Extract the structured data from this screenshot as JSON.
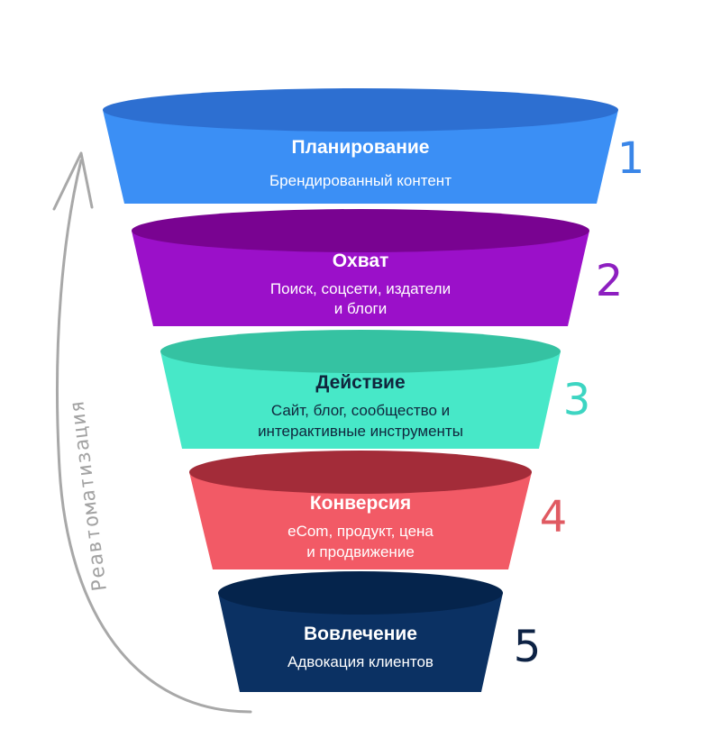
{
  "stages": [
    {
      "number": "1",
      "title": "Планирование",
      "lines": [
        "Брендированный контент"
      ],
      "colors": {
        "body": "#3b8ff5",
        "top": "#2d6fd1",
        "text": "#ffffff",
        "number": "#3a86e8"
      }
    },
    {
      "number": "2",
      "title": "Охват",
      "lines": [
        "Поиск, соцсети, издатели",
        "и блоги"
      ],
      "colors": {
        "body": "#9b10c9",
        "top": "#790391",
        "text": "#ffffff",
        "number": "#8d1fc0"
      }
    },
    {
      "number": "3",
      "title": "Действие",
      "lines": [
        "Сайт, блог, сообщество и",
        "интерактивные инструменты"
      ],
      "colors": {
        "body": "#47e8c8",
        "top": "#35c2a2",
        "text": "#10263d",
        "number": "#3dd5c2"
      }
    },
    {
      "number": "4",
      "title": "Конверсия",
      "lines": [
        "eCom, продукт, цена",
        "и продвижение"
      ],
      "colors": {
        "body": "#f25a66",
        "top": "#a32c39",
        "text": "#ffffff",
        "number": "#e05a62"
      }
    },
    {
      "number": "5",
      "title": "Вовлечение",
      "lines": [
        "Адвокация клиентов"
      ],
      "colors": {
        "body": "#0b3163",
        "top": "#05244c",
        "text": "#ffffff",
        "number": "#0d2244"
      }
    }
  ],
  "loop_label": "Реавтоматизация",
  "loop_color": "#a8a8a8"
}
